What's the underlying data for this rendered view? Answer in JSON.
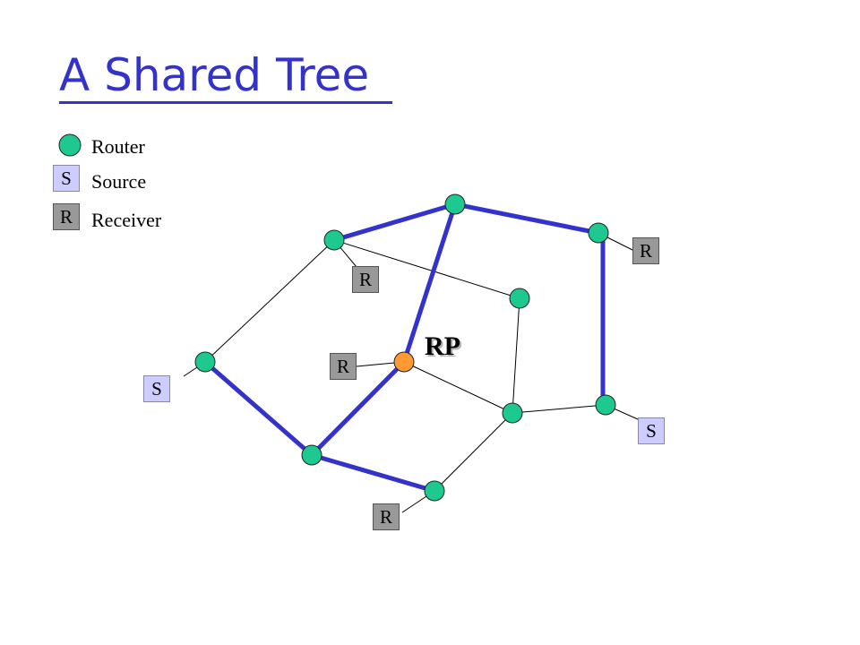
{
  "title": "A Shared Tree",
  "legend": {
    "router": "Router",
    "source_symbol": "S",
    "source": "Source",
    "receiver_symbol": "R",
    "receiver": "Receiver"
  },
  "rp_label": "RP",
  "colors": {
    "router_fill": "#1ec98f",
    "rp_fill": "#ff9933",
    "tree_link": "#3333cc",
    "plain_link": "#000000",
    "source_box": "#ccccff",
    "receiver_box": "#999999"
  },
  "hosts": [
    {
      "id": "R-top-right",
      "label": "R",
      "kind": "receiver"
    },
    {
      "id": "R-upper-mid",
      "label": "R",
      "kind": "receiver"
    },
    {
      "id": "R-near-rp",
      "label": "R",
      "kind": "receiver"
    },
    {
      "id": "S-left",
      "label": "S",
      "kind": "source"
    },
    {
      "id": "S-right",
      "label": "S",
      "kind": "source"
    },
    {
      "id": "R-bottom",
      "label": "R",
      "kind": "receiver"
    }
  ]
}
